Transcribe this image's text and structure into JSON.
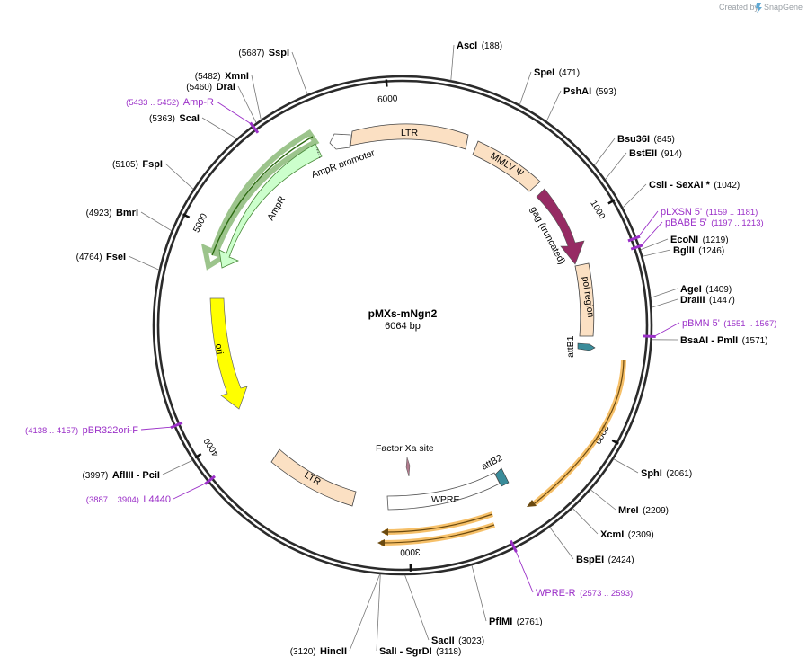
{
  "brand": {
    "created_by": "Created by",
    "app_name": "SnapGene",
    "logo_icon": "snapgene-logo-icon"
  },
  "plasmid": {
    "name": "pMXs-mNgn2",
    "size_label": "6064 bp",
    "length": 6064
  },
  "ruler_ticks": [
    {
      "pos": 1000,
      "label": "1000"
    },
    {
      "pos": 2000,
      "label": "2000"
    },
    {
      "pos": 3000,
      "label": "3000"
    },
    {
      "pos": 4000,
      "label": "4000"
    },
    {
      "pos": 5000,
      "label": "5000"
    },
    {
      "pos": 6000,
      "label": "6000"
    }
  ],
  "sites": [
    {
      "id": "ascI",
      "name": "AscI",
      "pos": "(188)",
      "bp": 188
    },
    {
      "id": "speI",
      "name": "SpeI",
      "pos": "(471)",
      "bp": 471
    },
    {
      "id": "pshAI",
      "name": "PshAI",
      "pos": "(593)",
      "bp": 593
    },
    {
      "id": "bsu36I",
      "name": "Bsu36I",
      "pos": "(845)",
      "bp": 845
    },
    {
      "id": "bstEII",
      "name": "BstEII",
      "pos": "(914)",
      "bp": 914
    },
    {
      "id": "csiI",
      "name": "CsiI  - SexAI *",
      "pos": "(1042)",
      "bp": 1042
    },
    {
      "id": "ecoNI",
      "name": "EcoNI",
      "pos": "(1219)",
      "bp": 1219
    },
    {
      "id": "bglII",
      "name": "BglII",
      "pos": "(1246)",
      "bp": 1246
    },
    {
      "id": "ageI",
      "name": "AgeI",
      "pos": "(1409)",
      "bp": 1409
    },
    {
      "id": "draIII",
      "name": "DraIII",
      "pos": "(1447)",
      "bp": 1447
    },
    {
      "id": "bsaAI",
      "name": "BsaAI  - PmlI",
      "pos": "(1571)",
      "bp": 1571
    },
    {
      "id": "sphI",
      "name": "SphI",
      "pos": "(2061)",
      "bp": 2061
    },
    {
      "id": "mreI",
      "name": "MreI",
      "pos": "(2209)",
      "bp": 2209
    },
    {
      "id": "xcmI",
      "name": "XcmI",
      "pos": "(2309)",
      "bp": 2309
    },
    {
      "id": "bspEI",
      "name": "BspEI",
      "pos": "(2424)",
      "bp": 2424
    },
    {
      "id": "pflMI",
      "name": "PflMI",
      "pos": "(2761)",
      "bp": 2761
    },
    {
      "id": "sacII",
      "name": "SacII",
      "pos": "(3023)",
      "bp": 3023
    },
    {
      "id": "salI",
      "name": "SalI  - SgrDI",
      "pos": "(3118)",
      "bp": 3118
    },
    {
      "id": "hincII",
      "name": "HincII",
      "pos": "(3120)",
      "bp": 3120
    },
    {
      "id": "aflIII",
      "name": "AflIII  - PciI",
      "pos": "(3997)",
      "bp": 3997
    },
    {
      "id": "fseI",
      "name": "FseI",
      "pos": "(4764)",
      "bp": 4764
    },
    {
      "id": "bmrI",
      "name": "BmrI",
      "pos": "(4923)",
      "bp": 4923
    },
    {
      "id": "fspI",
      "name": "FspI",
      "pos": "(5105)",
      "bp": 5105
    },
    {
      "id": "scaI",
      "name": "ScaI",
      "pos": "(5363)",
      "bp": 5363
    },
    {
      "id": "draI",
      "name": "DraI",
      "pos": "(5460)",
      "bp": 5460
    },
    {
      "id": "xmnI",
      "name": "XmnI",
      "pos": "(5482)",
      "bp": 5482
    },
    {
      "id": "sspI",
      "name": "SspI",
      "pos": "(5687)",
      "bp": 5687
    }
  ],
  "primers": [
    {
      "id": "amp-r",
      "name": "Amp-R",
      "pos": "(5433 .. 5452)",
      "bp": 5442
    },
    {
      "id": "plxsn",
      "name": "pLXSN 5'",
      "pos": "(1159 .. 1181)",
      "bp": 1170
    },
    {
      "id": "pbabe",
      "name": "pBABE 5'",
      "pos": "(1197 .. 1213)",
      "bp": 1205
    },
    {
      "id": "pbmn",
      "name": "pBMN 5'",
      "pos": "(1551 .. 1567)",
      "bp": 1559
    },
    {
      "id": "wpre-r",
      "name": "WPRE-R",
      "pos": "(2573 .. 2593)",
      "bp": 2583
    },
    {
      "id": "pbr322",
      "name": "pBR322ori-F",
      "pos": "(4138 .. 4157)",
      "bp": 4147
    },
    {
      "id": "l4440",
      "name": "L4440",
      "pos": "(3887 .. 3904)",
      "bp": 3895
    }
  ],
  "features": [
    {
      "id": "ltr-1",
      "label": "LTR"
    },
    {
      "id": "mmlv-psi",
      "label": "MMLV Ψ"
    },
    {
      "id": "gag",
      "label": "gag (truncated)"
    },
    {
      "id": "pol",
      "label": "pol region"
    },
    {
      "id": "attb1",
      "label": "attB1"
    },
    {
      "id": "attb2",
      "label": "attB2"
    },
    {
      "id": "factor-xa",
      "label": "Factor Xa site"
    },
    {
      "id": "wpre",
      "label": "WPRE"
    },
    {
      "id": "ltr-2",
      "label": "LTR"
    },
    {
      "id": "ori",
      "label": "ori"
    },
    {
      "id": "ampr",
      "label": "AmpR"
    },
    {
      "id": "ampr-promoter",
      "label": "AmpR promoter"
    }
  ],
  "colors": {
    "backbone": "#2b2b2b",
    "ltr": "#fbe0c3",
    "mmlv": "#fbe0c3",
    "gag": "#962b63",
    "pol": "#fbe0c3",
    "att": "#3a8c9a",
    "factor_xa": "#b07a8c",
    "wpre": "#ffffff",
    "ori": "#ffff00",
    "ampr": "#ccffcc",
    "ampr_highlight": "#3a8a1a",
    "orf_highlight": "#f2a52a",
    "primer": "#9b30c8"
  }
}
